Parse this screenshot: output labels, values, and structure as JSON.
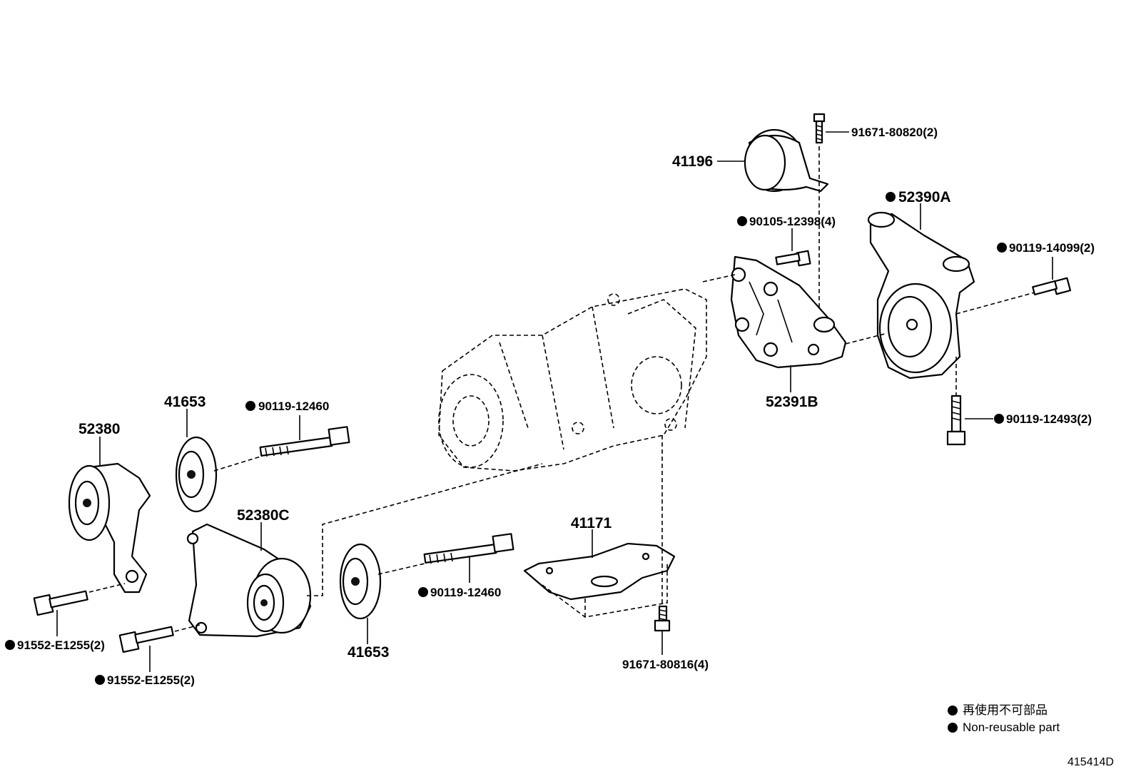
{
  "labels": {
    "l41196": "41196",
    "l91671_80820": "91671-80820(2)",
    "l52390A": "52390A",
    "l90105": "90105-12398(4)",
    "l90119_14099": "90119-14099(2)",
    "l52391B": "52391B",
    "l90119_12493": "90119-12493(2)",
    "l41653_top": "41653",
    "l90119_12460_top": "90119-12460",
    "l52380": "52380",
    "l52380C": "52380C",
    "l41171": "41171",
    "l90119_12460_bottom": "90119-12460",
    "l41653_bottom": "41653",
    "l91552_a": "91552-E1255(2)",
    "l91552_b": "91552-E1255(2)",
    "l91671_80816": "91671-80816(4)"
  },
  "legend": {
    "jp": "再使用不可部品",
    "en": "Non-reusable part"
  },
  "diagram_code": "415414D"
}
